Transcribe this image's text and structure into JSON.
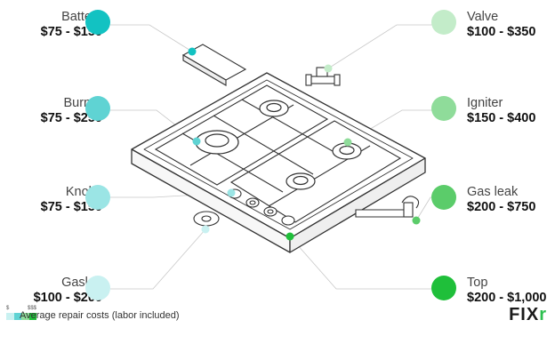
{
  "parts": [
    {
      "id": "battery",
      "name": "Battery",
      "price": "$75 - $150",
      "color": "#12c2c2"
    },
    {
      "id": "burner",
      "name": "Burner",
      "price": "$75 - $250",
      "color": "#5fd3d3"
    },
    {
      "id": "knobs",
      "name": "Knobs",
      "price": "$75 - $150",
      "color": "#9be5e5"
    },
    {
      "id": "gasket",
      "name": "Gasket",
      "price": "$100 - $200",
      "color": "#c9f1f1"
    },
    {
      "id": "valve",
      "name": "Valve",
      "price": "$100 - $350",
      "color": "#c3ecc9"
    },
    {
      "id": "igniter",
      "name": "Igniter",
      "price": "$150 - $400",
      "color": "#8fdc9a"
    },
    {
      "id": "gas-leak",
      "name": "Gas leak",
      "price": "$200 - $750",
      "color": "#5bcc6a"
    },
    {
      "id": "top",
      "name": "Top",
      "price": "$200 - $1,000",
      "color": "#1fbf3a"
    }
  ],
  "legend": {
    "text": "Average repair costs (labor included)",
    "low": "$",
    "high": "$$$"
  },
  "brand": {
    "main": "FIX",
    "accent": "r"
  }
}
